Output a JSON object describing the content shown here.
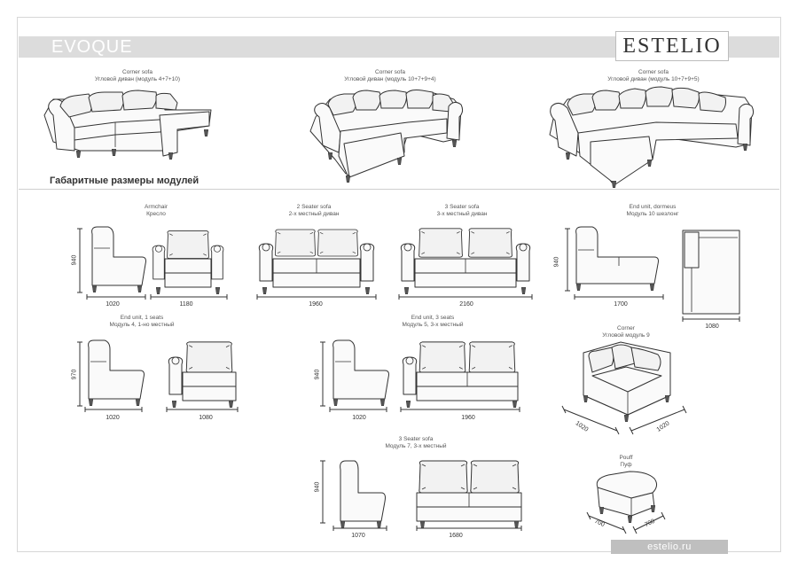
{
  "header": {
    "series_title": "EVOQUE",
    "brand_logo": "ESTELIO"
  },
  "section_heading": "Габаритные размеры модулей",
  "footer": {
    "website": "estelio.ru"
  },
  "overview": [
    {
      "en": "Corner sofa",
      "ru": "Угловой диван (модуль 4+7+10)"
    },
    {
      "en": "Corner sofa",
      "ru": "Угловой диван (модуль 10+7+9+4)"
    },
    {
      "en": "Corner sofa",
      "ru": "Угловой диван (модуль 10+7+9+5)"
    }
  ],
  "modules": {
    "armchair": {
      "en": "Armchair",
      "ru": "Кресло",
      "depth": "1020",
      "width": "1180",
      "height": "940"
    },
    "sofa2": {
      "en": "2 Seater sofa",
      "ru": "2-х местный диван",
      "width": "1960"
    },
    "sofa3": {
      "en": "3 Seater sofa",
      "ru": "3-х местный диван",
      "width": "2160"
    },
    "end10": {
      "en": "End unit, dormeus",
      "ru": "Модуль 10 шезлонг",
      "depth": "1700",
      "width": "1080",
      "height": "940"
    },
    "end4": {
      "en": "End unit, 1 seats",
      "ru": "Модуль 4, 1-но местный",
      "depth": "1020",
      "width": "1080",
      "height": "970"
    },
    "end5": {
      "en": "End unit, 3 seats",
      "ru": "Модуль 5, 3-х местный",
      "depth": "1020",
      "width": "1960",
      "height": "940"
    },
    "corner": {
      "en": "Corner",
      "ru": "Угловой модуль 9",
      "side_a": "1020",
      "side_b": "1020"
    },
    "sofa7": {
      "en": "3 Seater sofa",
      "ru": "Модуль 7, 3-х местный",
      "depth": "1070",
      "width": "1680",
      "height": "940"
    },
    "pouff": {
      "en": "Pouff",
      "ru": "Пуф",
      "side_a": "700",
      "side_b": "700"
    }
  }
}
